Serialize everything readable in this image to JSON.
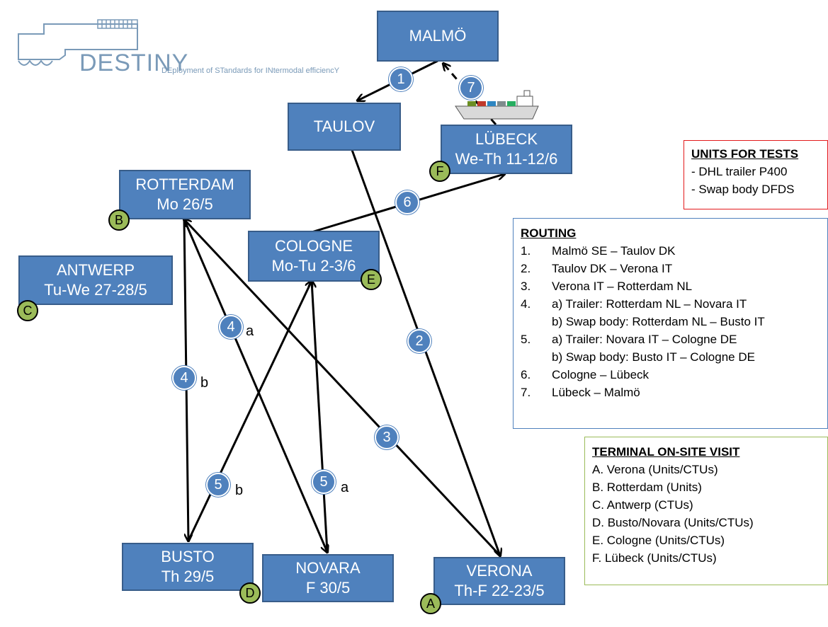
{
  "logo": {
    "wordmark": "DESTINY",
    "subtitle": "DEployment of STandards for INtermodal efficiencY"
  },
  "nodes": {
    "malmo": {
      "name": "MALMÖ",
      "date": ""
    },
    "taulov": {
      "name": "TAULOV",
      "date": ""
    },
    "lubeck": {
      "name": "LÜBECK",
      "date": "We-Th 11-12/6"
    },
    "rotterdam": {
      "name": "ROTTERDAM",
      "date": "Mo 26/5"
    },
    "cologne": {
      "name": "COLOGNE",
      "date": "Mo-Tu 2-3/6"
    },
    "antwerp": {
      "name": "ANTWERP",
      "date": "Tu-We 27-28/5"
    },
    "busto": {
      "name": "BUSTO",
      "date": "Th 29/5"
    },
    "novara": {
      "name": "NOVARA",
      "date": "F 30/5"
    },
    "verona": {
      "name": "VERONA",
      "date": "Th-F 22-23/5"
    }
  },
  "terminal_badges": {
    "rotterdam": "B",
    "antwerp": "C",
    "cologne": "E",
    "lubeck": "F",
    "busto": "D",
    "verona": "A"
  },
  "step_labels": {
    "s1": "1",
    "s2": "2",
    "s3": "3",
    "s4a": "4",
    "s4b": "4",
    "s5a": "5",
    "s5b": "5",
    "s6": "6",
    "s7": "7",
    "suffix_a": "a",
    "suffix_b": "b"
  },
  "units_panel": {
    "title": "UNITS FOR TESTS",
    "items": [
      "- DHL trailer P400",
      "- Swap body DFDS"
    ]
  },
  "routing_panel": {
    "title": "ROUTING",
    "items": [
      {
        "num": "1.",
        "text": "Malmö SE – Taulov DK"
      },
      {
        "num": "2.",
        "text": "Taulov DK – Verona IT"
      },
      {
        "num": "3.",
        "text": "Verona IT – Rotterdam NL"
      },
      {
        "num": "4.",
        "text": "a) Trailer: Rotterdam NL – Novara IT"
      },
      {
        "num": "",
        "text": "b) Swap body: Rotterdam NL – Busto IT"
      },
      {
        "num": "5.",
        "text": "a) Trailer: Novara IT – Cologne DE"
      },
      {
        "num": "",
        "text": "b) Swap body: Busto IT – Cologne DE"
      },
      {
        "num": "6.",
        "text": "Cologne – Lübeck"
      },
      {
        "num": "7.",
        "text": "Lübeck – Malmö"
      }
    ]
  },
  "terminal_panel": {
    "title": "TERMINAL ON-SITE VISIT",
    "items": [
      "A. Verona (Units/CTUs)",
      "B. Rotterdam (Units)",
      "C. Antwerp (CTUs)",
      "D. Busto/Novara (Units/CTUs)",
      "E. Cologne (Units/CTUs)",
      "F. Lübeck (Units/CTUs)"
    ]
  },
  "colors": {
    "node_fill": "#4f81bd",
    "node_border": "#385d8a",
    "badge_fill": "#9bbb59",
    "units_border": "#e31a1c",
    "routing_border": "#4f81bd",
    "terminal_border": "#9bbb59"
  }
}
